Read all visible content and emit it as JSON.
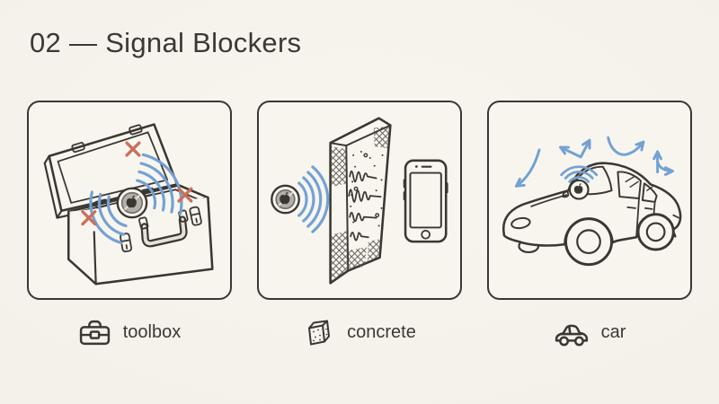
{
  "title": "02 — Signal Blockers",
  "panels": [
    {
      "id": "toolbox",
      "caption": "toolbox",
      "alt": "AirTag inside an open toolbox, blue signal arcs stopped by red X marks"
    },
    {
      "id": "concrete",
      "caption": "concrete",
      "alt": "AirTag signal arcs absorbed by a concrete wall before reaching a phone"
    },
    {
      "id": "car",
      "caption": "car",
      "alt": "AirTag inside a car cabin with blue arrows deflecting off the body"
    }
  ],
  "colors": {
    "background": "#f3f0e9",
    "panel_background": "#f8f5ee",
    "outline": "#3a3733",
    "signal_blue": "#72a1d4",
    "blocked_red": "#cb6f5b",
    "airtag_gray": "#b3aea6",
    "text": "#3b3834"
  }
}
